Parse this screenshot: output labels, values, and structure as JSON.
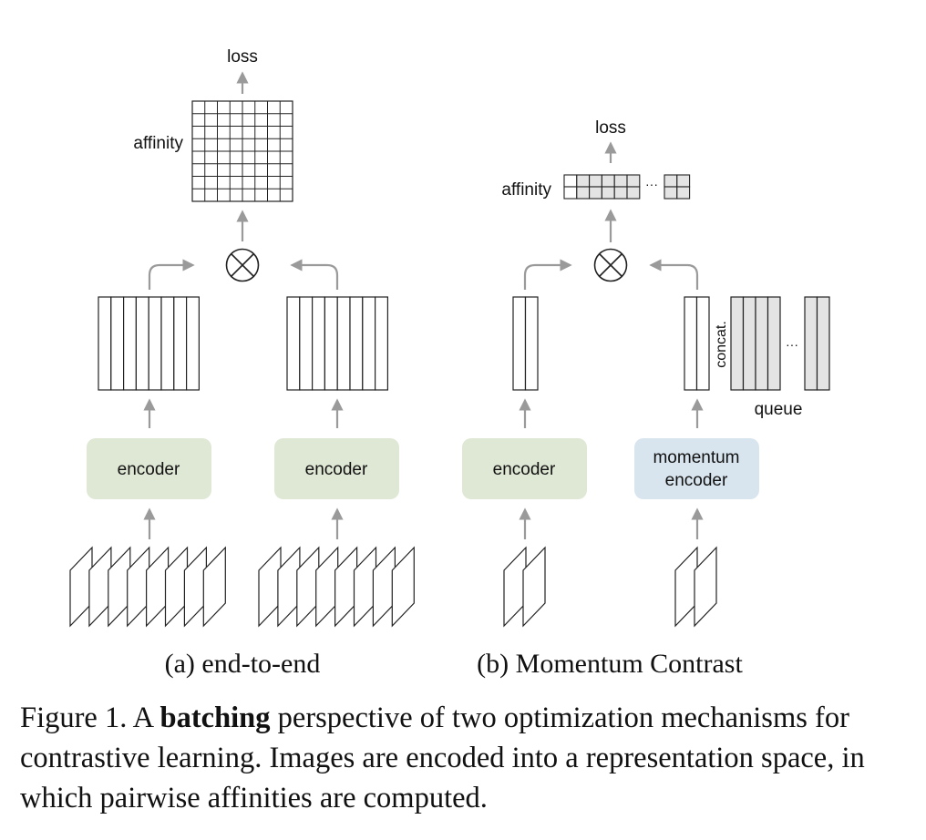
{
  "diagram": {
    "end_to_end": {
      "loss": "loss",
      "affinity": "affinity",
      "encoder_left": "encoder",
      "encoder_right": "encoder",
      "subtitle": "(a) end-to-end"
    },
    "moco": {
      "loss": "loss",
      "affinity": "affinity",
      "affinity_ellipsis": "···",
      "encoder": "encoder",
      "momentum_encoder_line1": "momentum",
      "momentum_encoder_line2": "encoder",
      "concat": "concat.",
      "queue": "queue",
      "queue_ellipsis": "···",
      "subtitle": "(b) Momentum Contrast"
    },
    "colors": {
      "encoder_fill": "#dfe8d4",
      "momentum_encoder_fill": "#d8e5ef",
      "queue_fill": "#e4e4e4",
      "arrow": "#9a9a9a"
    }
  },
  "caption": {
    "prefix": "Figure 1. A ",
    "bold": "batching",
    "rest": " perspective of two optimization mechanisms for contrastive learning. Images are encoded into a representation space, in which pairwise affinities are computed."
  }
}
